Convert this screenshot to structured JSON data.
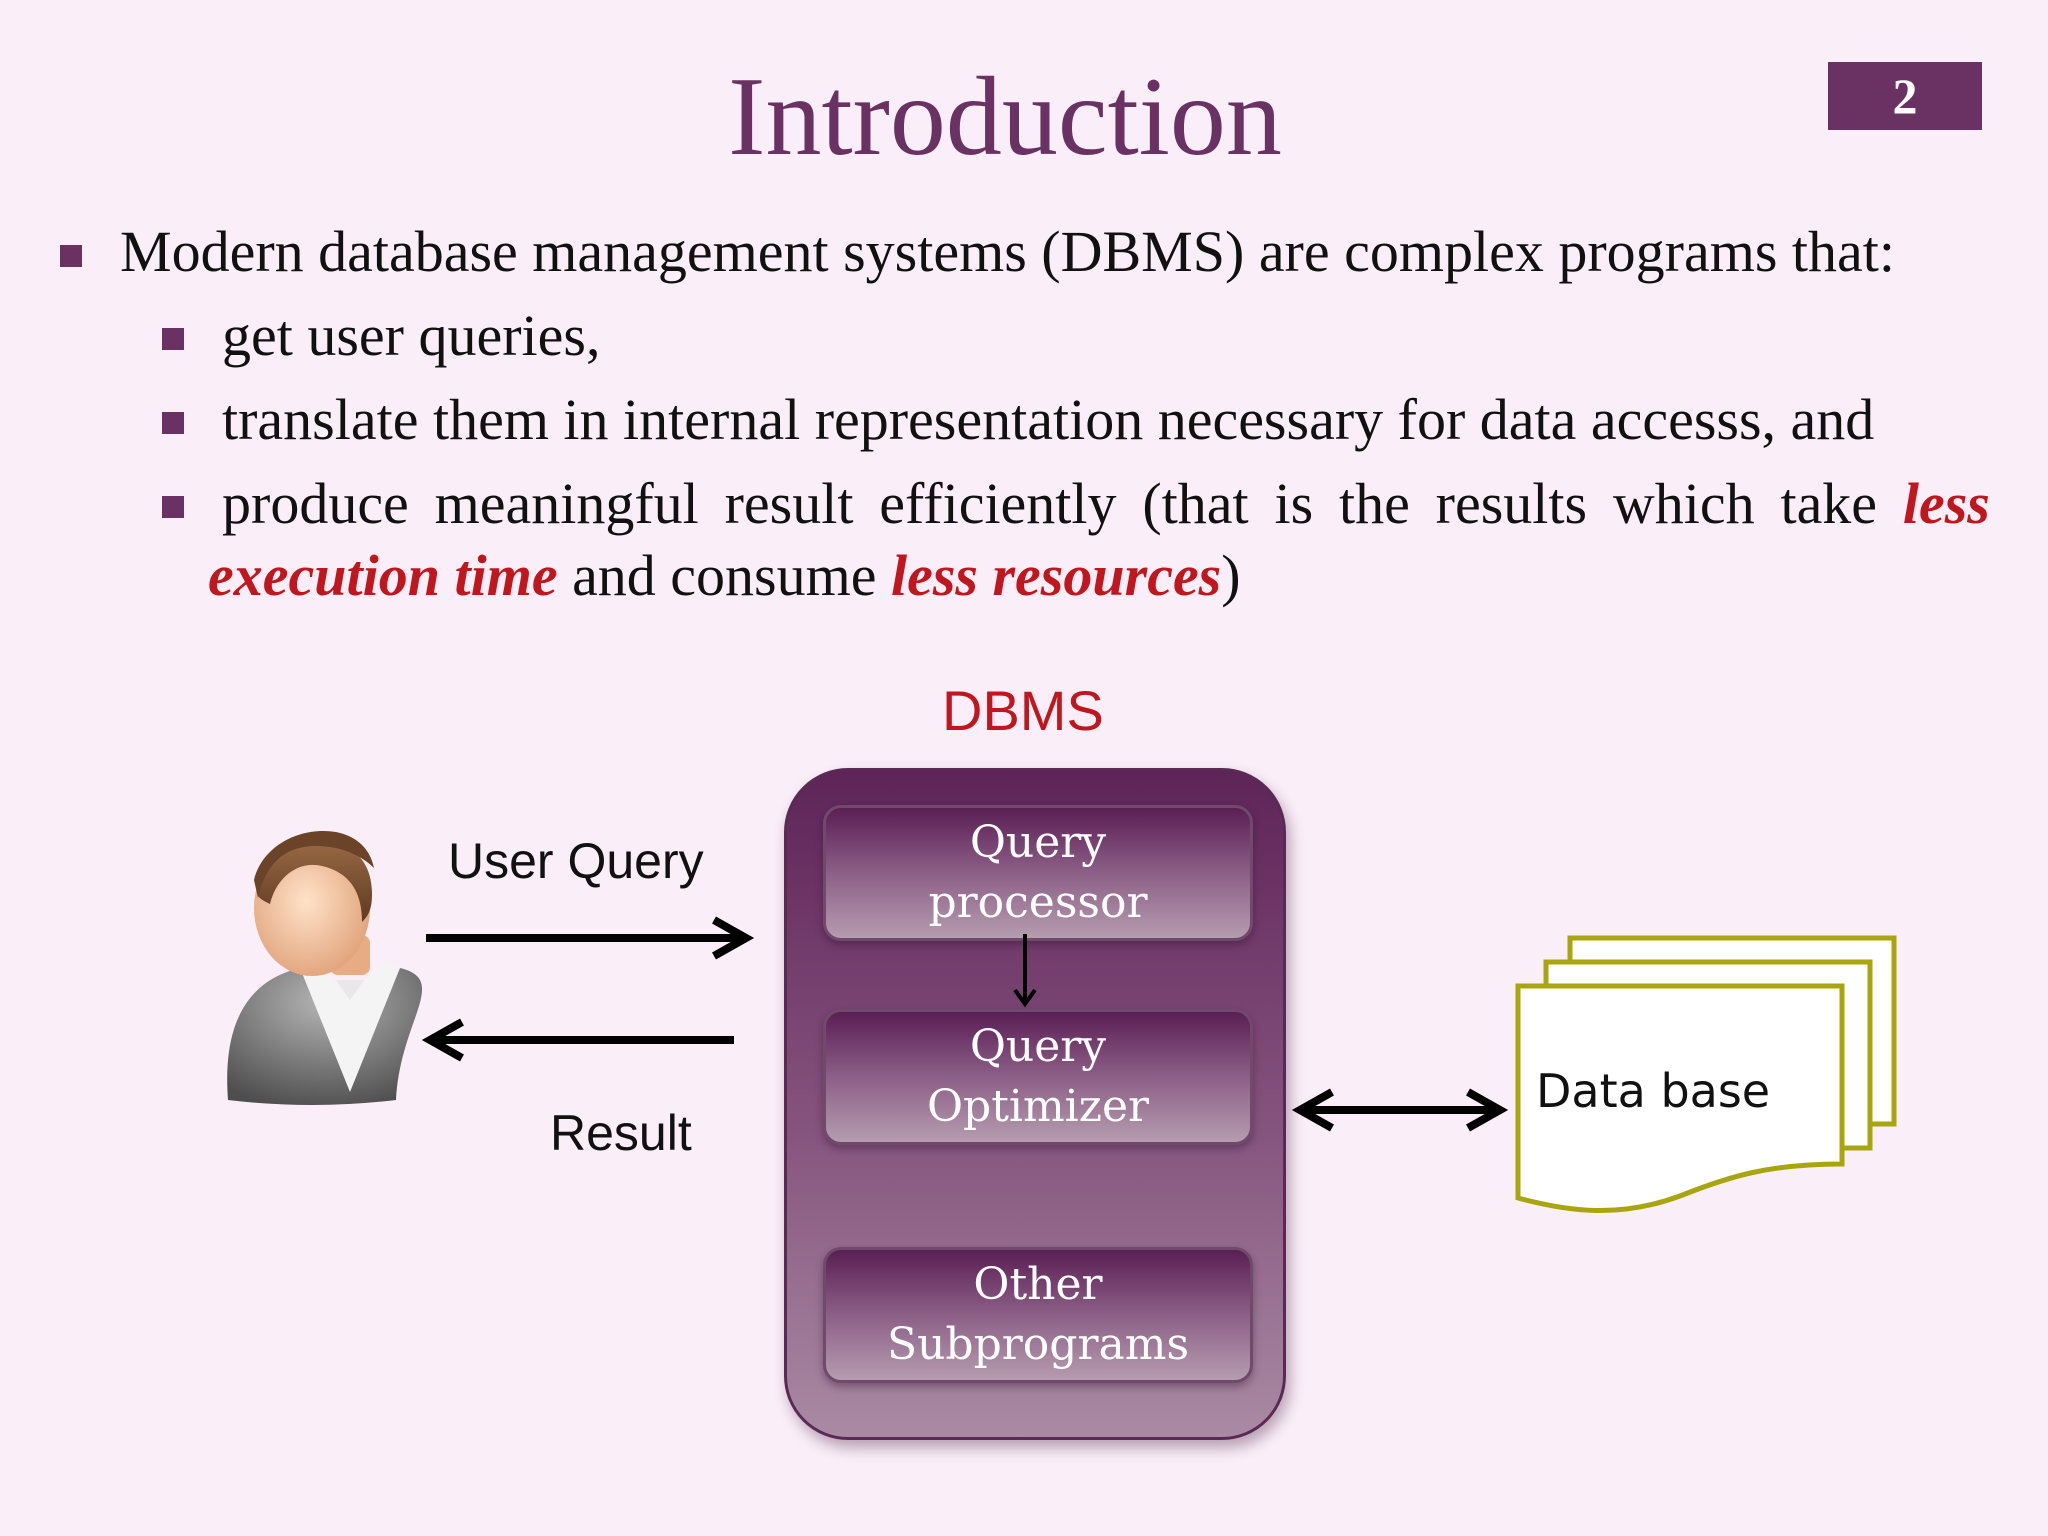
{
  "slide": {
    "title": "Introduction",
    "page_number": "2"
  },
  "bullets": {
    "main": "Modern database management systems (DBMS) are complex programs that:",
    "sub1": "get user queries,",
    "sub2": "translate them in internal representation necessary for data accesss, and",
    "sub3_words": [
      "produce",
      "meaningful",
      "result",
      "efficiently",
      "(that",
      "is",
      "the",
      "results",
      "which",
      "take"
    ],
    "sub3_em1_a": "less",
    "sub3_em1_b": "execution time",
    "sub3_mid": " and consume ",
    "sub3_em2": "less resources",
    "sub3_end": ")"
  },
  "diagram": {
    "dbms_label": "DBMS",
    "user_query_label": "User Query",
    "result_label": "Result",
    "modules": [
      {
        "line1": "Query",
        "line2": "processor"
      },
      {
        "line1": "Query",
        "line2": "Optimizer"
      },
      {
        "line1": "Other",
        "line2": "Subprograms"
      }
    ],
    "database_label": "Data base",
    "colors": {
      "accent": "#6a3263",
      "emphasis": "#c0161e",
      "database_outline": "#a8a50f"
    },
    "icons": [
      "user-icon",
      "database-stack-icon"
    ]
  }
}
